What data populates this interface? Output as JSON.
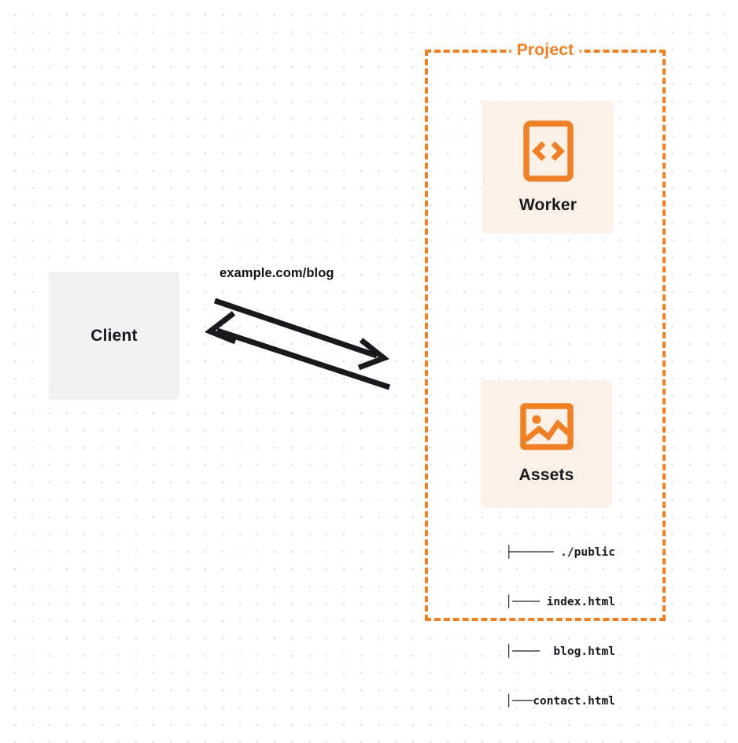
{
  "diagram": {
    "title_visible": false,
    "colors": {
      "accent_orange": "#ef8024",
      "card_background": "#fdf1e7",
      "client_background": "#f1f2f4",
      "text_dark": "#17191c",
      "canvas_background": "#ffffff",
      "dot_grid": "#e8e8ea",
      "arrow_stroke": "#17191c"
    },
    "client": {
      "label": "Client",
      "shape": "rounded-rectangle"
    },
    "connector": {
      "label": "example.com/blog",
      "direction": "bidirectional",
      "arrow_count": 2,
      "arrows": [
        {
          "name": "request-arrow",
          "from": "client",
          "to": "project",
          "points_to": "right"
        },
        {
          "name": "response-arrow",
          "from": "project",
          "to": "client",
          "points_to": "left"
        }
      ]
    },
    "project": {
      "title": "Project",
      "border_style": "dashed",
      "services": [
        {
          "id": "worker",
          "label": "Worker",
          "icon": "code-document-icon",
          "icon_glyph": "<>"
        },
        {
          "id": "assets",
          "label": "Assets",
          "icon": "image-icon",
          "icon_glyph": "picture"
        }
      ],
      "file_tree": {
        "name": "assets-file-tree",
        "lines": [
          "├────── ./public",
          "    │──── index.html",
          "    │────  blog.html",
          "    │───contact.html"
        ],
        "root": "./public",
        "files": [
          "index.html",
          "blog.html",
          "contact.html"
        ]
      }
    }
  }
}
